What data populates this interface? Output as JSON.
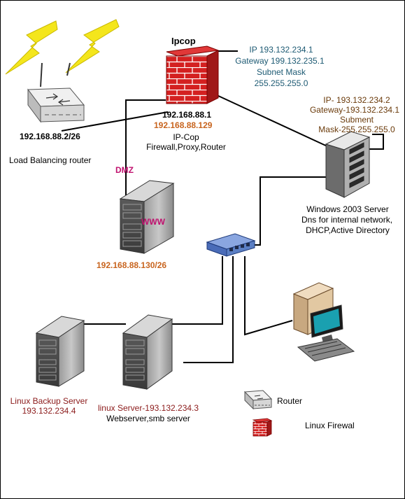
{
  "firewall": {
    "title": "Ipcop",
    "ext_ip": "IP 193.132.234.1",
    "ext_gateway": "Gateway 199.132.235.1",
    "ext_mask_label": "Subnet Mask",
    "ext_mask": "255.255.255.0",
    "int_ip": "192.168.88.1",
    "dmz_ip": "192.168.88.129",
    "name": "IP-Cop",
    "roles": "Firewall,Proxy,Router"
  },
  "load_balancer": {
    "ip": "192.168.88.2/26",
    "name": "Load Balancing router"
  },
  "dmz": {
    "label": "DMZ",
    "server_label": "WWW",
    "ip": "192.168.88.130/26"
  },
  "windows_server": {
    "ip": "IP- 193.132.234.2",
    "gateway": "Gateway-193.132.234.1",
    "mask_label": "Subment",
    "mask": "Mask-255.255.255.0",
    "line1": "Windows 2003 Server",
    "line2": "Dns for internal network,",
    "line3": "DHCP,Active Directory"
  },
  "linux_backup": {
    "name": "Linux Backup Server",
    "ip": "193.132.234.4"
  },
  "linux_server": {
    "name": "linux Server-193.132.234.3",
    "roles": "Webserver,smb server"
  },
  "legend": {
    "router": "Router",
    "firewall": "Linux Firewal"
  },
  "colors": {
    "firewall_red": "#d42020",
    "orange_ip": "#c8641e",
    "teal_text": "#1d5a73",
    "switch_blue": "#5b7fc4",
    "lightning": "#f4e61c"
  }
}
